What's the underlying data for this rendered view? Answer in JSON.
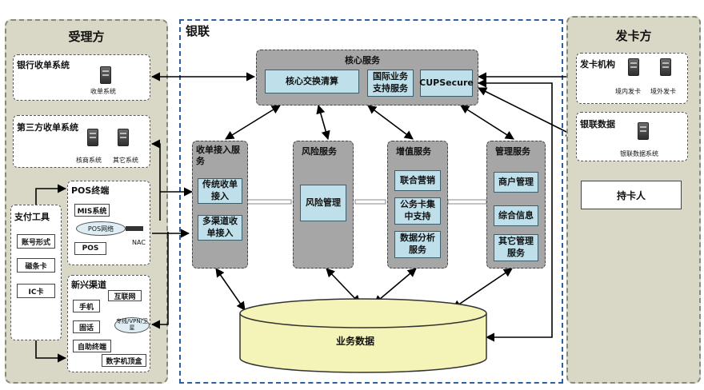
{
  "acquirer": {
    "title": "受理方",
    "bank_acquiring": {
      "title": "银行收单系统",
      "server_label": "收单系统"
    },
    "third_party": {
      "title": "第三方收单系统",
      "servers": [
        "核商系统",
        "其它系统"
      ]
    },
    "payment_tools": {
      "title": "支付工具",
      "items": [
        "账号形式",
        "磁条卡",
        "IC卡"
      ]
    },
    "pos": {
      "title": "POS终端",
      "mis": "MIS系统",
      "network": "POS网络",
      "pos": "POS",
      "nac": "NAC"
    },
    "emerging": {
      "title": "新兴渠道",
      "items": [
        "手机",
        "固话",
        "自助终端",
        "数字机顶盒"
      ],
      "internet": "互联网",
      "vpn": "专线/VPN/卫星"
    }
  },
  "unionpay": {
    "title": "银联",
    "core": {
      "title": "核心服务",
      "items": [
        "核心交换清算",
        "国际业务支持服务",
        "CUPSecure"
      ]
    },
    "acquiring_access": {
      "title": "收单接入服务",
      "items": [
        "传统收单接入",
        "多渠道收单接入"
      ]
    },
    "risk": {
      "title": "风险服务",
      "items": [
        "风险管理"
      ]
    },
    "value_added": {
      "title": "增值服务",
      "items": [
        "联合营销",
        "公务卡集中支持",
        "数据分析服务"
      ]
    },
    "management": {
      "title": "管理服务",
      "items": [
        "商户管理",
        "综合信息",
        "其它管理服务"
      ]
    },
    "business_data": "业务数据"
  },
  "issuer": {
    "title": "发卡方",
    "institution": {
      "title": "发卡机构",
      "servers": [
        "境内发卡",
        "境外发卡"
      ]
    },
    "unionpay_data": {
      "title": "银联数据",
      "server_label": "银联数据系统"
    },
    "cardholder": "持卡人"
  }
}
